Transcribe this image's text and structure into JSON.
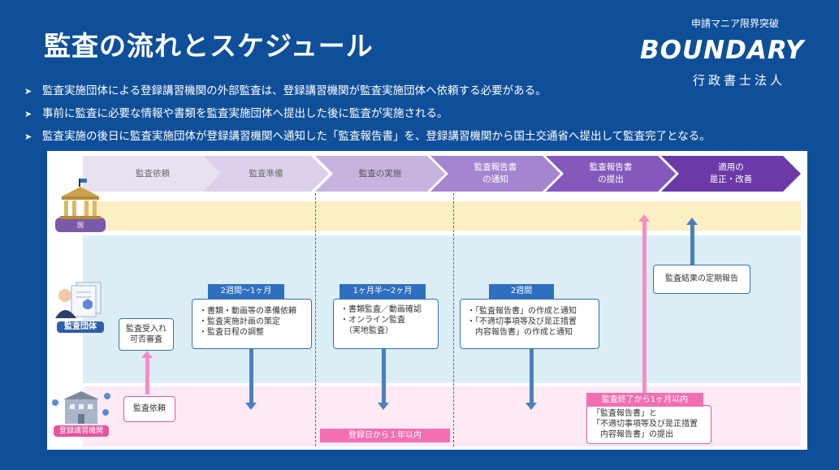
{
  "title": "監査の流れとスケジュール",
  "logo": {
    "tagline": "申請マニア限界突破",
    "name": "BOUNDARY",
    "sub": "行政書士法人"
  },
  "bullets": [
    "監査実施団体による登録講習機関の外部監査は、登録講習機関が監査実施団体へ依頼する必要がある。",
    "事前に監査に必要な情報や書類を監査実施団体へ提出した後に監査が実施される。",
    "監査実施の後日に監査実施団体が登録講習機関へ通知した「監査報告書」を、登録講習機関から国土交通省へ提出して監査完了となる。"
  ],
  "stages": [
    "監査依頼",
    "監査準備",
    "監査の実施",
    "監査報告書\nの通知",
    "監査報告書\nの提出",
    "適用の\n是正・改善"
  ],
  "actors": {
    "gov_label": "国",
    "auditor_label": "監査団体",
    "org_label": "登録講習機関"
  },
  "periods": {
    "prep": "2週間〜1ヶ月",
    "exec": "1ヶ月半〜2ヶ月",
    "report": "2週間"
  },
  "boxes": {
    "acceptance": "監査受入れ\n可否審査",
    "prep_tasks": "・書類・動画等の準備依頼\n・監査実施計画の策定\n・監査日程の調整",
    "exec_tasks": "・書類監査／動画確認\n・オンライン監査\n　（実地監査）",
    "report_tasks": "・「監査報告書」の作成と通知\n・「不適切事項等及び是正措置\n　内容報告書」の作成と通知",
    "periodic": "監査結果の定期報告",
    "request": "監査依頼",
    "submit": "「監査報告書」と\n「不適切事項等及び是正措置\n　内容報告書」の提出"
  },
  "labels": {
    "within_year": "登録日から１年以内",
    "within_month": "監査終了から1ヶ月以内"
  },
  "colors": {
    "background": "#0f4f9a",
    "gov_band": "#fcefc4",
    "auditor_band": "#dbeef5",
    "org_band": "#fdeaf4",
    "accent_blue": "#2f6fc0",
    "accent_pink": "#f26fb2"
  }
}
